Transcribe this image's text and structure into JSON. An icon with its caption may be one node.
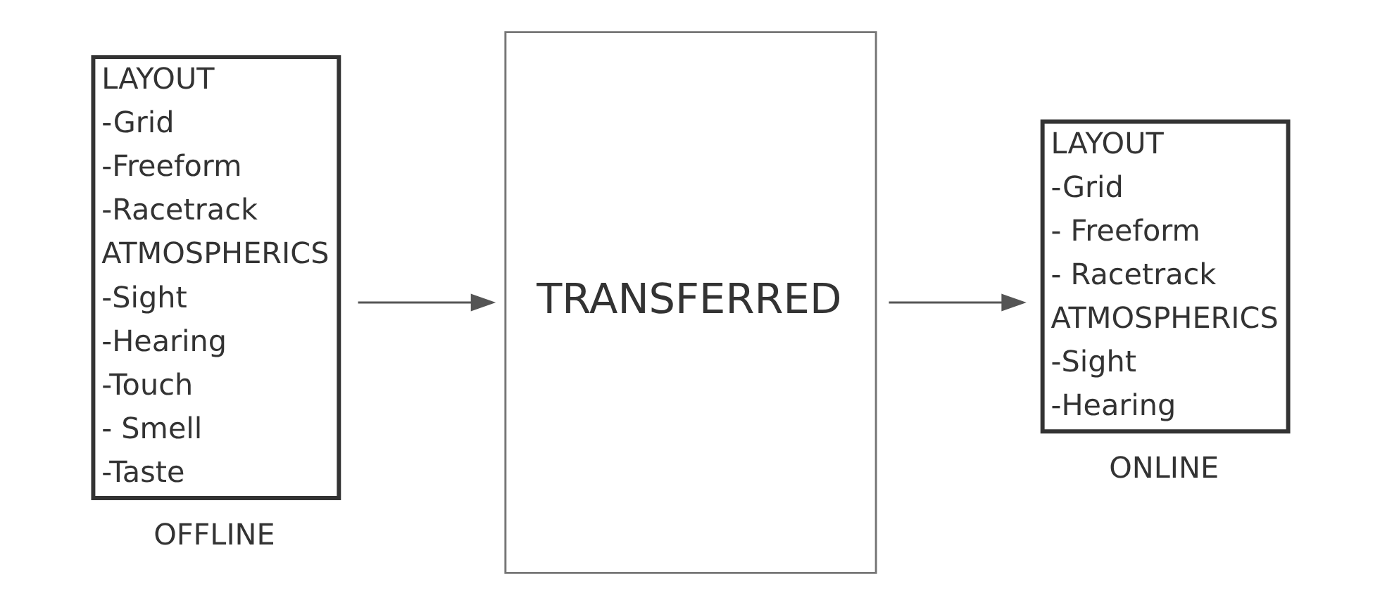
{
  "diagram": {
    "nodes": [
      {
        "text": [
          "LAYOUT",
          "-Grid",
          "-Freeform",
          "-Racetrack",
          "ATMOSPHERICS",
          "-Sight",
          "-Hearing",
          "-Touch",
          "- Smell",
          "-Taste"
        ],
        "beside": [
          "OFFLINE"
        ]
      },
      {
        "text": [
          "TRANSFERRED"
        ]
      },
      {
        "text": [
          "LAYOUT",
          "-Grid",
          "- Freeform",
          "- Racetrack",
          "ATMOSPHERICS",
          "-Sight",
          "-Hearing"
        ],
        "beside": [
          "ONLINE"
        ]
      }
    ],
    "edges": [
      {
        "from": 0,
        "to": 1,
        "arrow": "to"
      },
      {
        "from": 1,
        "to": 2,
        "arrow": "to"
      }
    ]
  }
}
